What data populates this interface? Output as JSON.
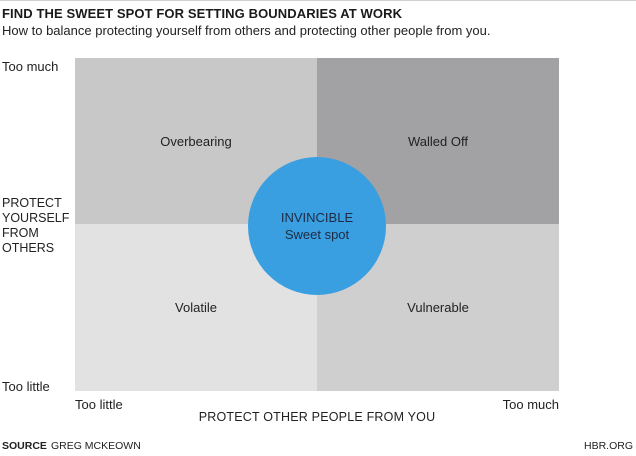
{
  "header": {
    "title": "FIND THE SWEET SPOT FOR SETTING BOUNDARIES AT WORK",
    "subtitle": "How to balance protecting yourself from others and protecting other people from you."
  },
  "y_axis": {
    "title_lines": [
      "PROTECT",
      "YOURSELF",
      "FROM",
      "OTHERS"
    ],
    "top_label": "Too much",
    "bottom_label": "Too little"
  },
  "x_axis": {
    "title": "PROTECT OTHER PEOPLE FROM YOU",
    "left_label": "Too little",
    "right_label": "Too much"
  },
  "quadrants": {
    "top_left": "Overbearing",
    "top_right": "Walled Off",
    "bottom_left": "Volatile",
    "bottom_right": "Vulnerable"
  },
  "center": {
    "line1": "INVINCIBLE",
    "line2": "Sweet spot"
  },
  "footer": {
    "source_key": "SOURCE",
    "source_value": "GREG MCKEOWN",
    "credit": "HBR.ORG"
  },
  "colors": {
    "top_left": "#c8c8c8",
    "top_right": "#a2a2a4",
    "bottom_left": "#e2e2e2",
    "bottom_right": "#cfcfd0",
    "sweet_spot": "#3a9fe0"
  }
}
